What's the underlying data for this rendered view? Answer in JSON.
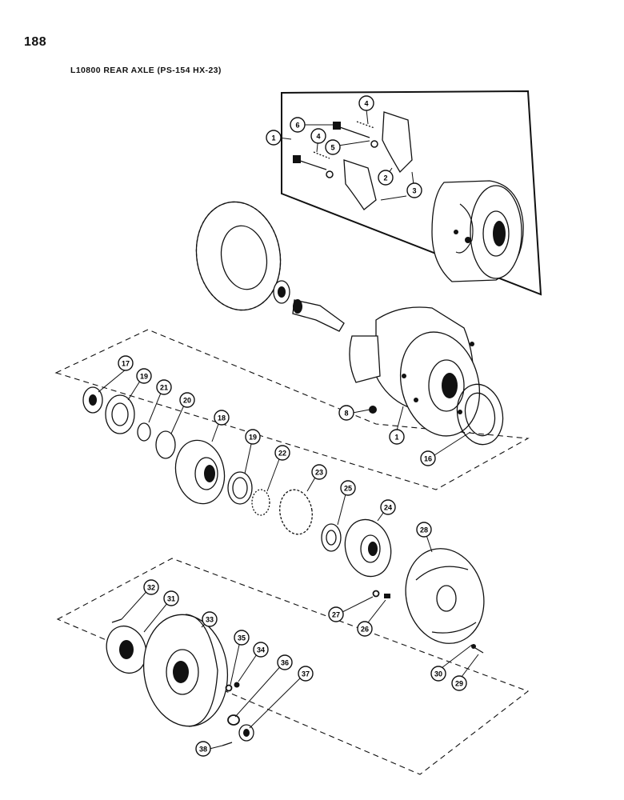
{
  "page": {
    "number": "188",
    "title": "L10800 REAR AXLE (PS-154 HX-23)"
  },
  "callouts": [
    {
      "id": "c1a",
      "label": "1"
    },
    {
      "id": "c6",
      "label": "6"
    },
    {
      "id": "c4a",
      "label": "4"
    },
    {
      "id": "c4b",
      "label": "4"
    },
    {
      "id": "c5",
      "label": "5"
    },
    {
      "id": "c2",
      "label": "2"
    },
    {
      "id": "c3",
      "label": "3"
    },
    {
      "id": "c17",
      "label": "17"
    },
    {
      "id": "c19a",
      "label": "19"
    },
    {
      "id": "c21",
      "label": "21"
    },
    {
      "id": "c20",
      "label": "20"
    },
    {
      "id": "c18",
      "label": "18"
    },
    {
      "id": "c19b",
      "label": "19"
    },
    {
      "id": "c22",
      "label": "22"
    },
    {
      "id": "c23",
      "label": "23"
    },
    {
      "id": "c25",
      "label": "25"
    },
    {
      "id": "c24",
      "label": "24"
    },
    {
      "id": "c8",
      "label": "8"
    },
    {
      "id": "c1b",
      "label": "1"
    },
    {
      "id": "c16",
      "label": "16"
    },
    {
      "id": "c28",
      "label": "28"
    },
    {
      "id": "c27",
      "label": "27"
    },
    {
      "id": "c26",
      "label": "26"
    },
    {
      "id": "c30",
      "label": "30"
    },
    {
      "id": "c29",
      "label": "29"
    },
    {
      "id": "c32",
      "label": "32"
    },
    {
      "id": "c31",
      "label": "31"
    },
    {
      "id": "c33",
      "label": "33"
    },
    {
      "id": "c35",
      "label": "35"
    },
    {
      "id": "c34",
      "label": "34"
    },
    {
      "id": "c36",
      "label": "36"
    },
    {
      "id": "c37",
      "label": "37"
    },
    {
      "id": "c38",
      "label": "38"
    }
  ]
}
